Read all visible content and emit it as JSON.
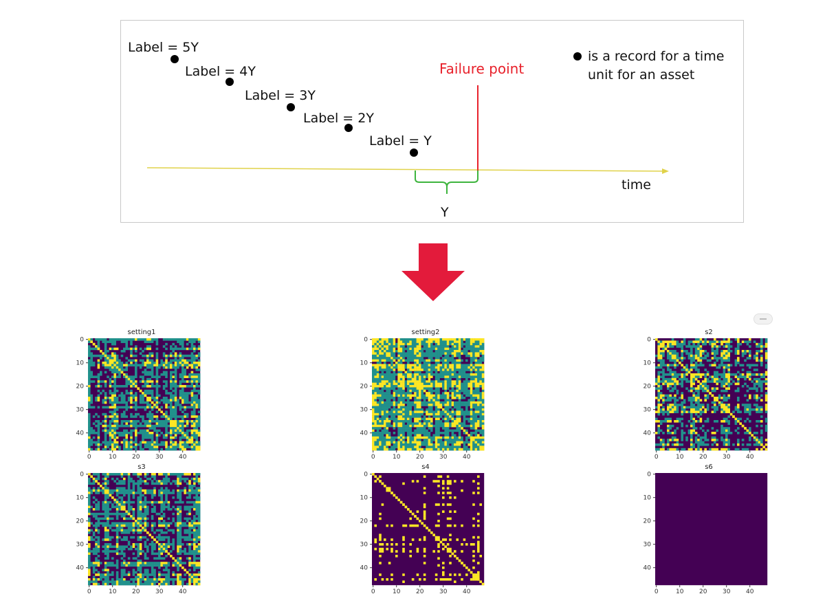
{
  "diagram": {
    "labels": [
      "Label = 5Y",
      "Label = 4Y",
      "Label = 3Y",
      "Label = 2Y",
      "Label = Y"
    ],
    "failure_label": "Failure point",
    "time_label": "time",
    "interval_label": "Y",
    "legend_line1": "is a record for a time",
    "legend_line2": "unit for an asset"
  },
  "colors": {
    "failure": "#e8212b",
    "axis": "#e0d24a",
    "brace": "#3cb43c",
    "arrow": "#e31b3b",
    "heat_low": "#440154",
    "heat_mid": "#21918c",
    "heat_high": "#fde725"
  },
  "panels": [
    {
      "title": "setting1",
      "pattern": "mixed",
      "seed": 11
    },
    {
      "title": "setting2",
      "pattern": "dense",
      "seed": 23
    },
    {
      "title": "s2",
      "pattern": "sparse-teal",
      "seed": 37
    },
    {
      "title": "s3",
      "pattern": "mixed",
      "seed": 41
    },
    {
      "title": "s4",
      "pattern": "binary",
      "seed": 53
    },
    {
      "title": "s6",
      "pattern": "flat",
      "seed": 0
    }
  ],
  "axis_ticks": {
    "y": [
      "0",
      "10",
      "20",
      "30",
      "40"
    ],
    "x": [
      "0",
      "10",
      "20",
      "30",
      "40"
    ]
  },
  "icons": [
    "record-dot-icon",
    "down-arrow-icon"
  ]
}
